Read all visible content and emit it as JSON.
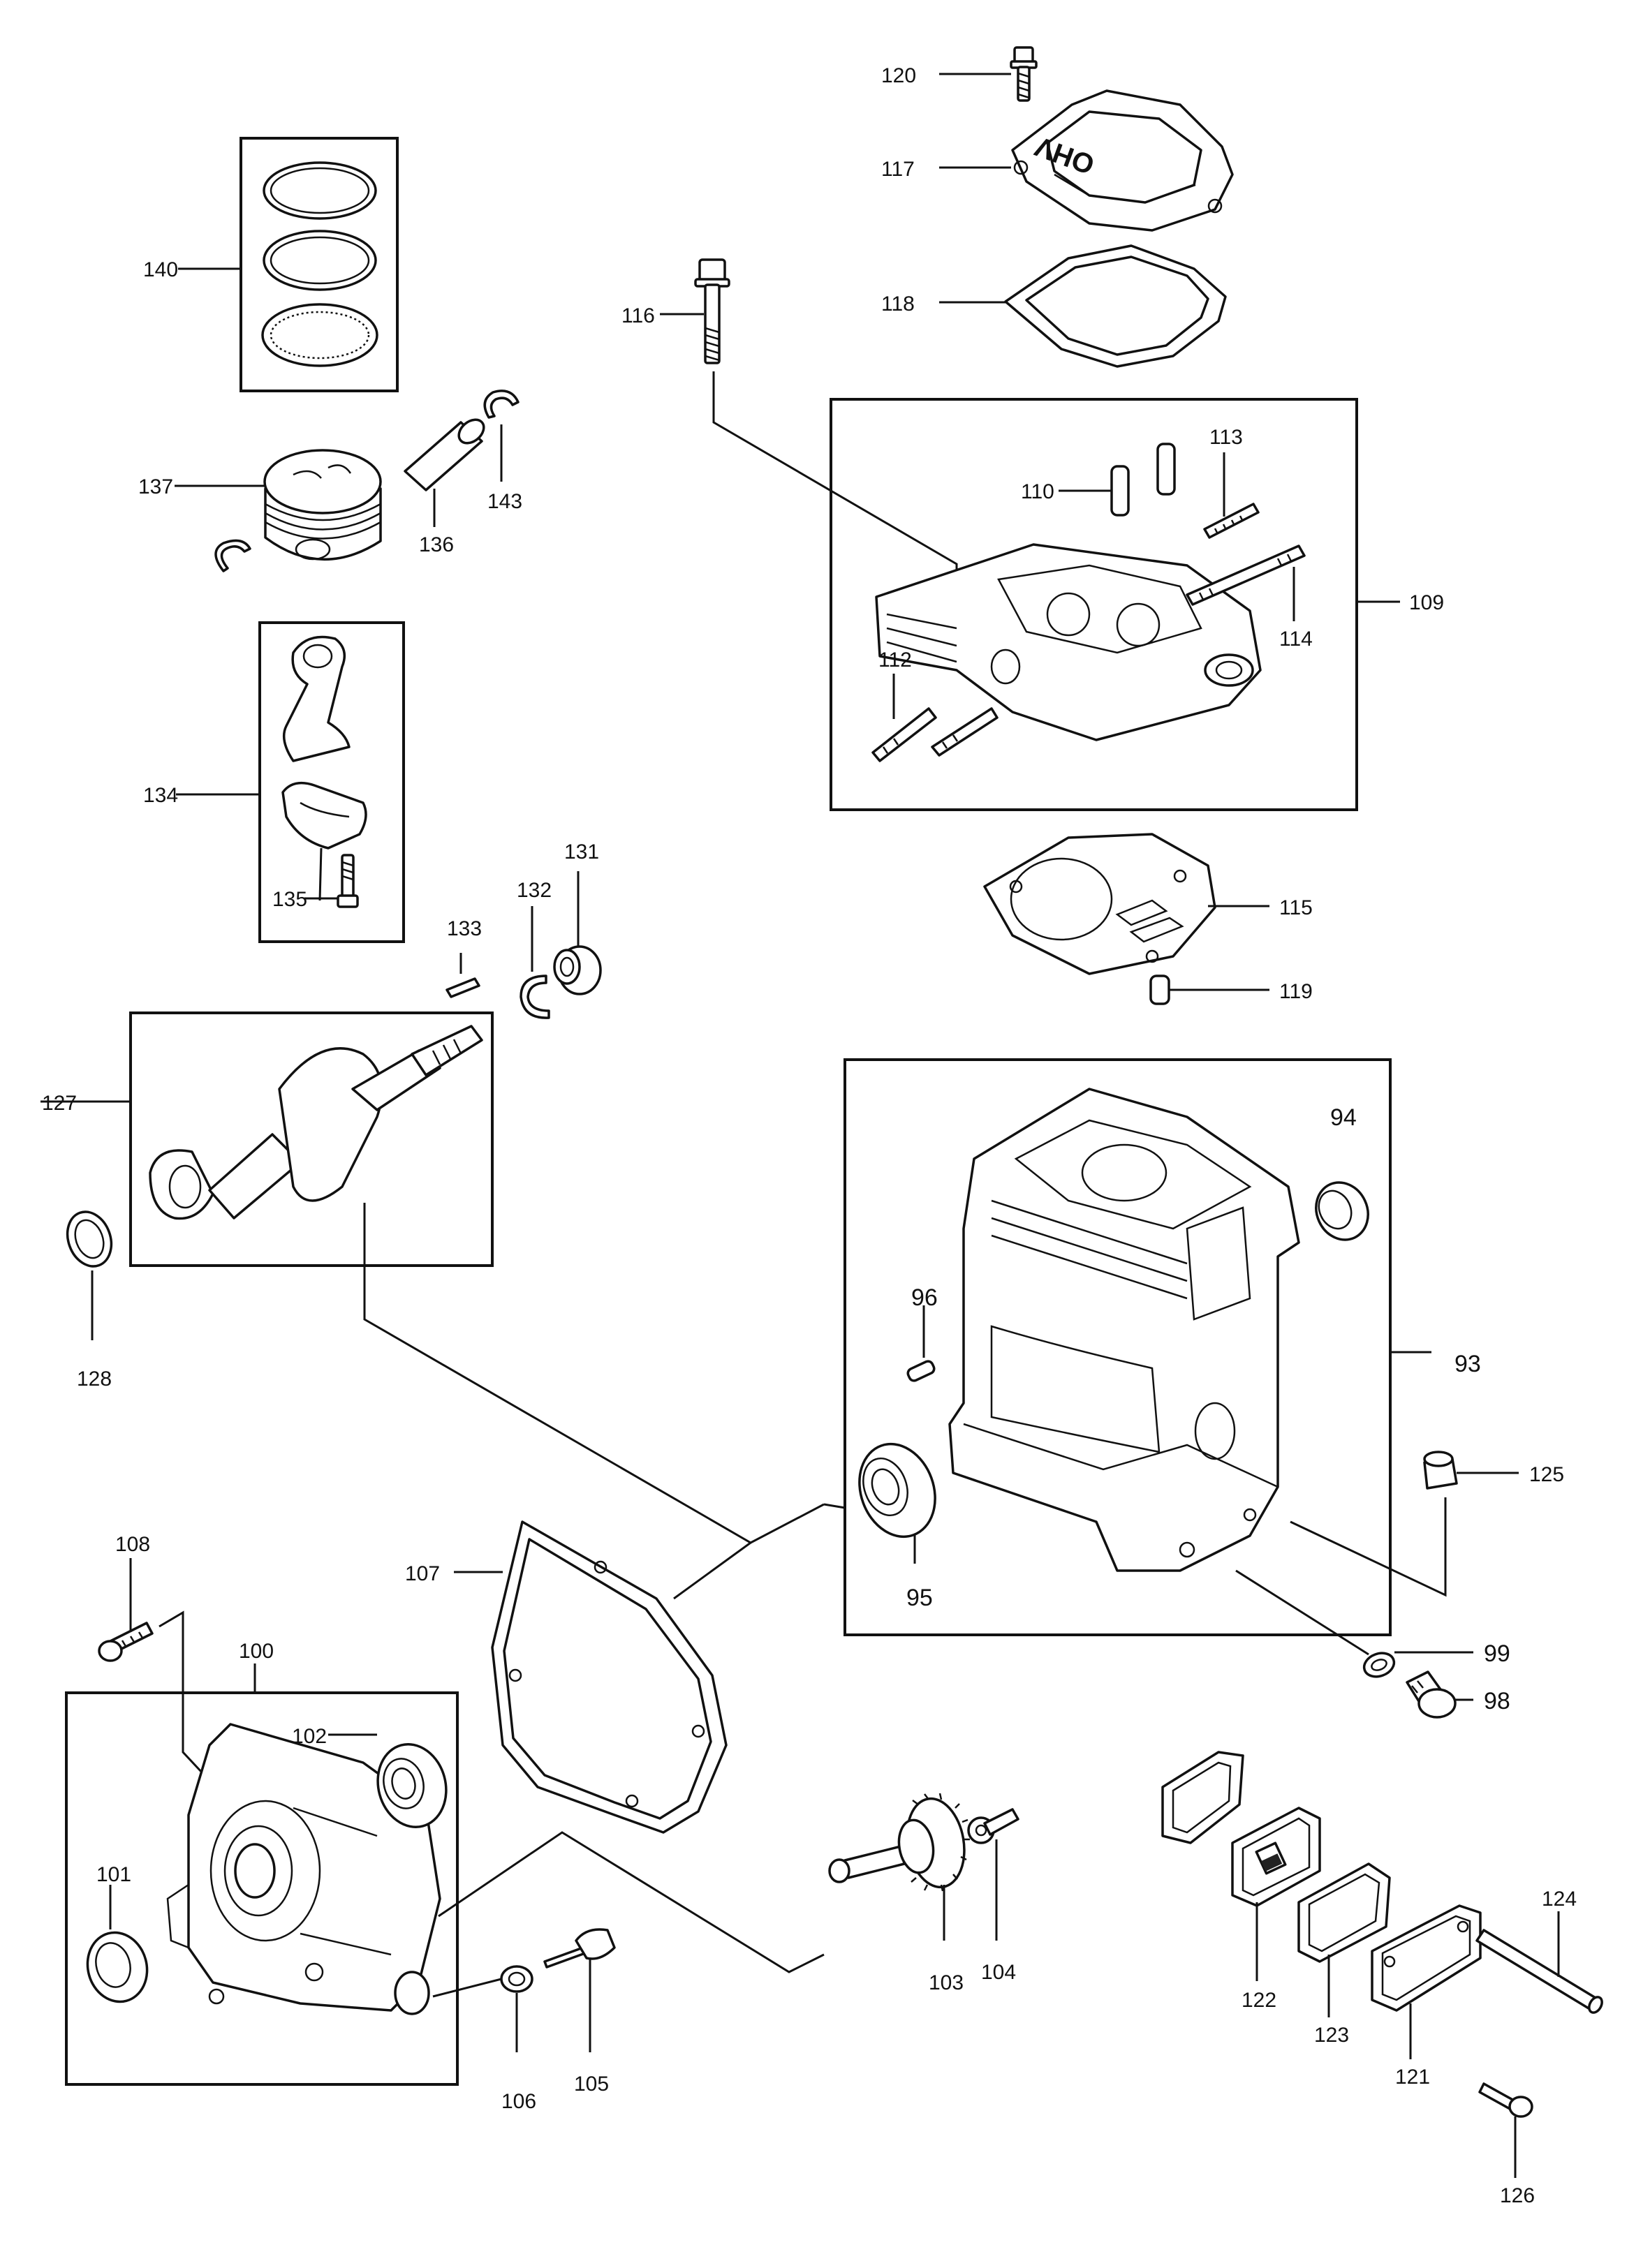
{
  "labels": {
    "p93": "93",
    "p94": "94",
    "p95": "95",
    "p96": "96",
    "p98": "98",
    "p99": "99",
    "p100": "100",
    "p101": "101",
    "p102": "102",
    "p103": "103",
    "p104": "104",
    "p105": "105",
    "p106": "106",
    "p107": "107",
    "p108": "108",
    "p109": "109",
    "p110": "110",
    "p112": "112",
    "p113": "113",
    "p114": "114",
    "p115": "115",
    "p116": "116",
    "p117": "117",
    "p118": "118",
    "p119": "119",
    "p120": "120",
    "p121": "121",
    "p122": "122",
    "p123": "123",
    "p124": "124",
    "p125": "125",
    "p126": "126",
    "p127": "127",
    "p128": "128",
    "p131": "131",
    "p132": "132",
    "p133": "133",
    "p134": "134",
    "p135": "135",
    "p136": "136",
    "p137": "137",
    "p140": "140",
    "p143": "143"
  },
  "valve_cover_text": "OHV"
}
